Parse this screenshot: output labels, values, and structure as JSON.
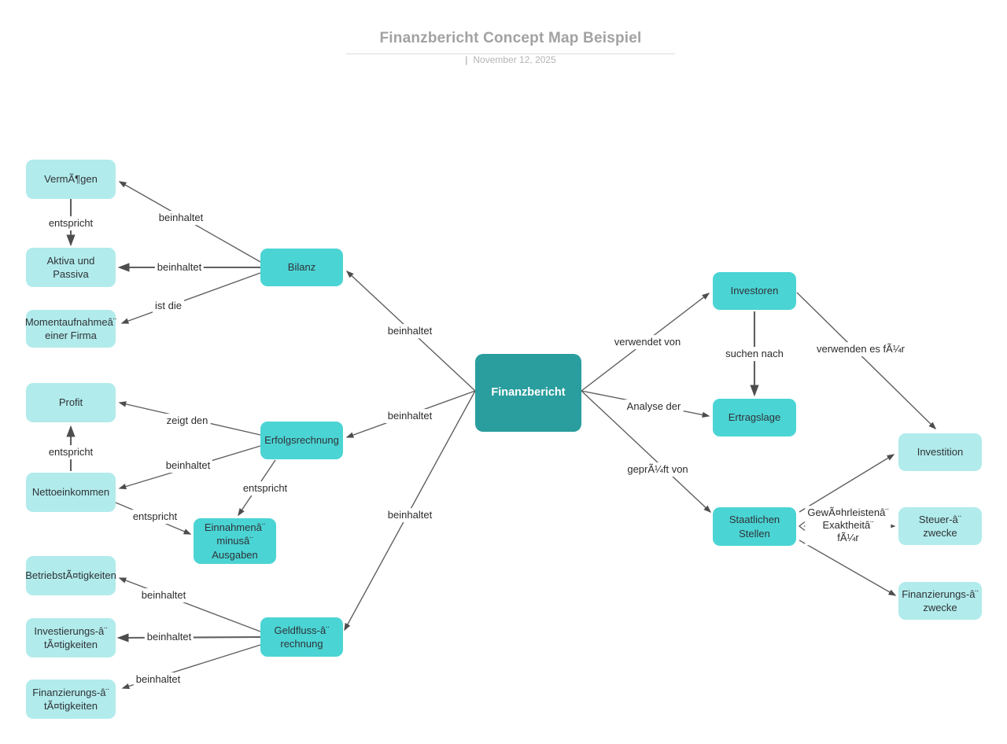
{
  "header": {
    "title": "Finanzbericht Concept Map Beispiel",
    "date_separator": "|",
    "date": "November 12, 2025"
  },
  "colors": {
    "root_node": "#2a9d9e",
    "branch_node": "#4bd4d4",
    "leaf_node": "#b2ebeb",
    "edge": "#5f5f5f",
    "arrowhead": "#4d4d4d",
    "title": "#a2a2a2",
    "subtitle": "#b4b4b4"
  },
  "nodes": {
    "finanzbericht": "Finanzbericht",
    "bilanz": "Bilanz",
    "erfolgsrechnung": "Erfolgsrechnung",
    "geldflussrechnung": "Geldfluss-â¨\nrechnung",
    "vermoegen": "VermÃ¶gen",
    "aktiva_passiva": "Aktiva und\nPassiva",
    "momentaufnahme": "Momentaufnahmeâ¨\neiner Firma",
    "profit": "Profit",
    "nettoeinkommen": "Nettoeinkommen",
    "einnahmen_minus_ausgaben": "Einnahmenâ¨\nminusâ¨\nAusgaben",
    "betriebstaetigkeiten": "BetriebstÃ¤tigkeiten",
    "investierungstaetigkeiten": "Investierungs-â¨\ntÃ¤tigkeiten",
    "finanzierungstaetigkeiten": "Finanzierungs-â¨\ntÃ¤tigkeiten",
    "investoren": "Investoren",
    "ertragslage": "Ertragslage",
    "staatliche_stellen": "Staatlichen\nStellen",
    "investition": "Investition",
    "steuerzwecke": "Steuer-â¨\nzwecke",
    "finanzierungszwecke": "Finanzierungs-â¨\nzwecke"
  },
  "edge_labels": {
    "vermoegen_to_aktiva": "entspricht",
    "bilanz_to_vermoegen": "beinhaltet",
    "bilanz_to_aktiva": "beinhaltet",
    "bilanz_to_momentaufnahme": "ist die",
    "finanzbericht_to_bilanz": "beinhaltet",
    "finanzbericht_to_erfolgsrechnung": "beinhaltet",
    "finanzbericht_to_geldfluss": "beinhaltet",
    "erfolgsrechnung_to_profit": "zeigt den",
    "erfolgsrechnung_to_nettoeinkommen": "beinhaltet",
    "erfolgsrechnung_to_einnahmen": "entspricht",
    "nettoeinkommen_to_profit": "entspricht",
    "nettoeinkommen_to_einnahmen": "entspricht",
    "geldfluss_to_betriebstaetigkeiten": "beinhaltet",
    "geldfluss_to_investierungstaetigkeiten": "beinhaltet",
    "geldfluss_to_finanzierungstaetigkeiten": "beinhaltet",
    "finanzbericht_to_investoren": "verwendet von",
    "finanzbericht_to_ertragslage": "Analyse der",
    "finanzbericht_to_staatliche_stellen": "geprÃ¼ft von",
    "investoren_to_ertragslage": "suchen nach",
    "investoren_to_investition": "verwenden es fÃ¼r",
    "staatliche_stellen_to_steuerzwecke": "GewÃ¤hrleistenâ¨\nExaktheitâ¨\nfÃ¼r"
  }
}
